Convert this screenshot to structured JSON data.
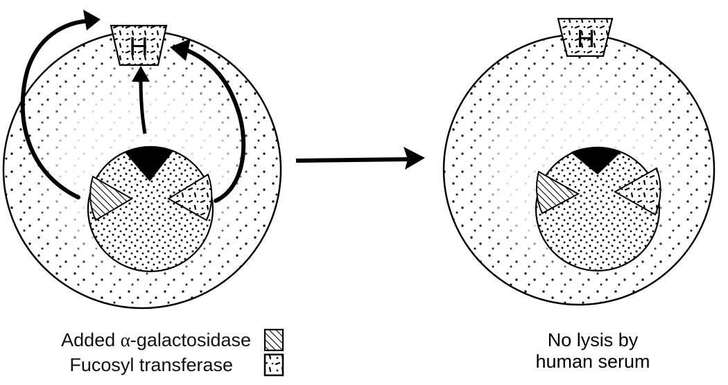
{
  "diagram": {
    "left_cell": {
      "surface_marker_label": "H",
      "nucleus_segments": [
        "black wedge",
        "hatched wedge",
        "dashed-dot wedge"
      ],
      "arrows": [
        "left loop arrow to H",
        "center arrow to H",
        "right loop arrow to H"
      ]
    },
    "transition_arrow": "right-arrow",
    "right_cell": {
      "surface_marker_label": "H",
      "nucleus_segments": [
        "black wedge",
        "hatched wedge",
        "dashed-dot wedge"
      ]
    }
  },
  "legend": {
    "items": [
      {
        "label_prefix": "Added ",
        "label_symbol": "α",
        "label_suffix": "-galactosidase",
        "swatch": "hatched"
      },
      {
        "label": "Fucosyl transferase",
        "swatch": "dashed-dot"
      }
    ]
  },
  "caption": {
    "line1": "No lysis by",
    "line2": "human serum"
  }
}
